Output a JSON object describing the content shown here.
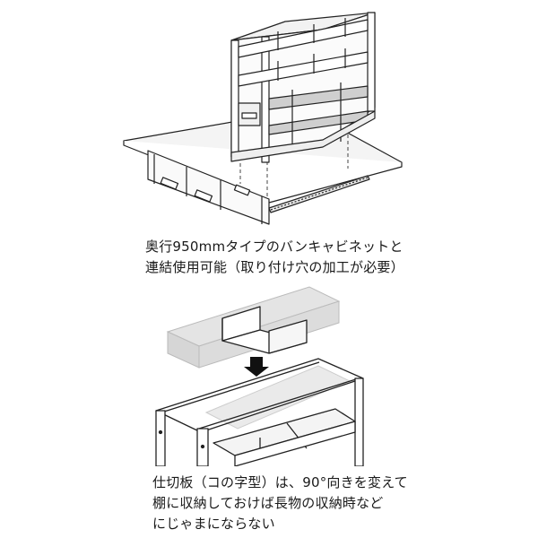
{
  "caption_top": {
    "line1": "奥行950mmタイプのバンキャビネットと",
    "line2": "連結使用可能（取り付け穴の加工が必要）"
  },
  "caption_bottom": {
    "line1": "仕切板（コの字型）は、90°向きを変えて",
    "line2": "棚に収納しておけば長物の収納時など",
    "line3": "にじゃまにならない"
  }
}
